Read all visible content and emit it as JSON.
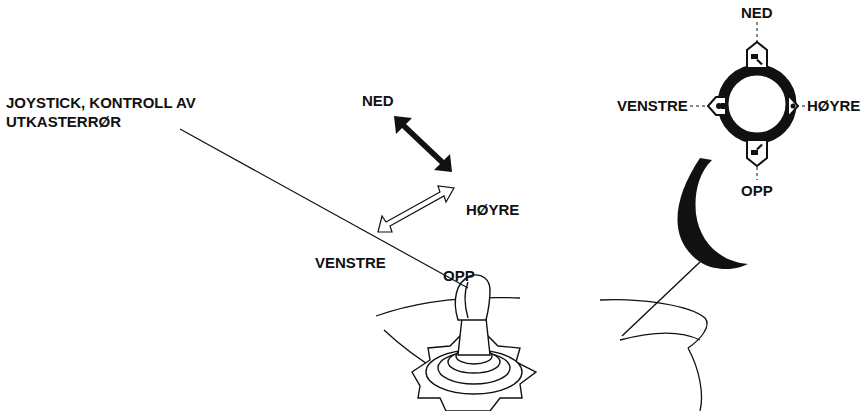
{
  "diagram": {
    "labels": [
      "NED",
      "VENSTRE",
      "HØYRE",
      "OPP",
      "JOYSTICK, KONTROLL AV UTKASTERRØR",
      "NED",
      "HØYRE",
      "VENSTRE",
      "OPP"
    ]
  }
}
